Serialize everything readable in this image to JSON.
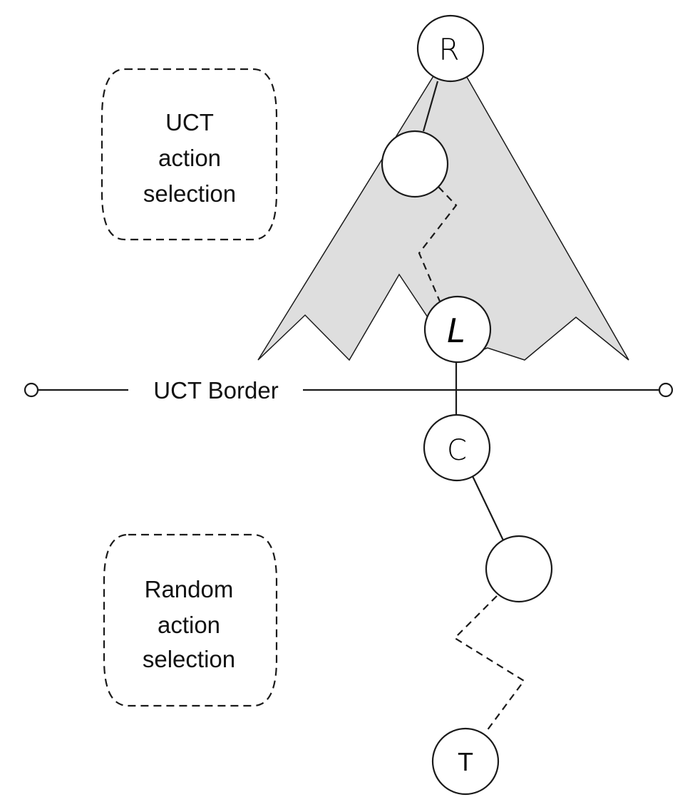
{
  "colors": {
    "region_fill": "#dedede",
    "stroke": "#1a1a1a",
    "background": "#ffffff"
  },
  "labels": {
    "uct_box": [
      "UCT",
      "action",
      "selection"
    ],
    "random_box": [
      "Random",
      "action",
      "selection"
    ],
    "border": "UCT Border"
  },
  "nodes": {
    "root": "R",
    "leaf": "L",
    "child": "C",
    "terminal": "T"
  }
}
